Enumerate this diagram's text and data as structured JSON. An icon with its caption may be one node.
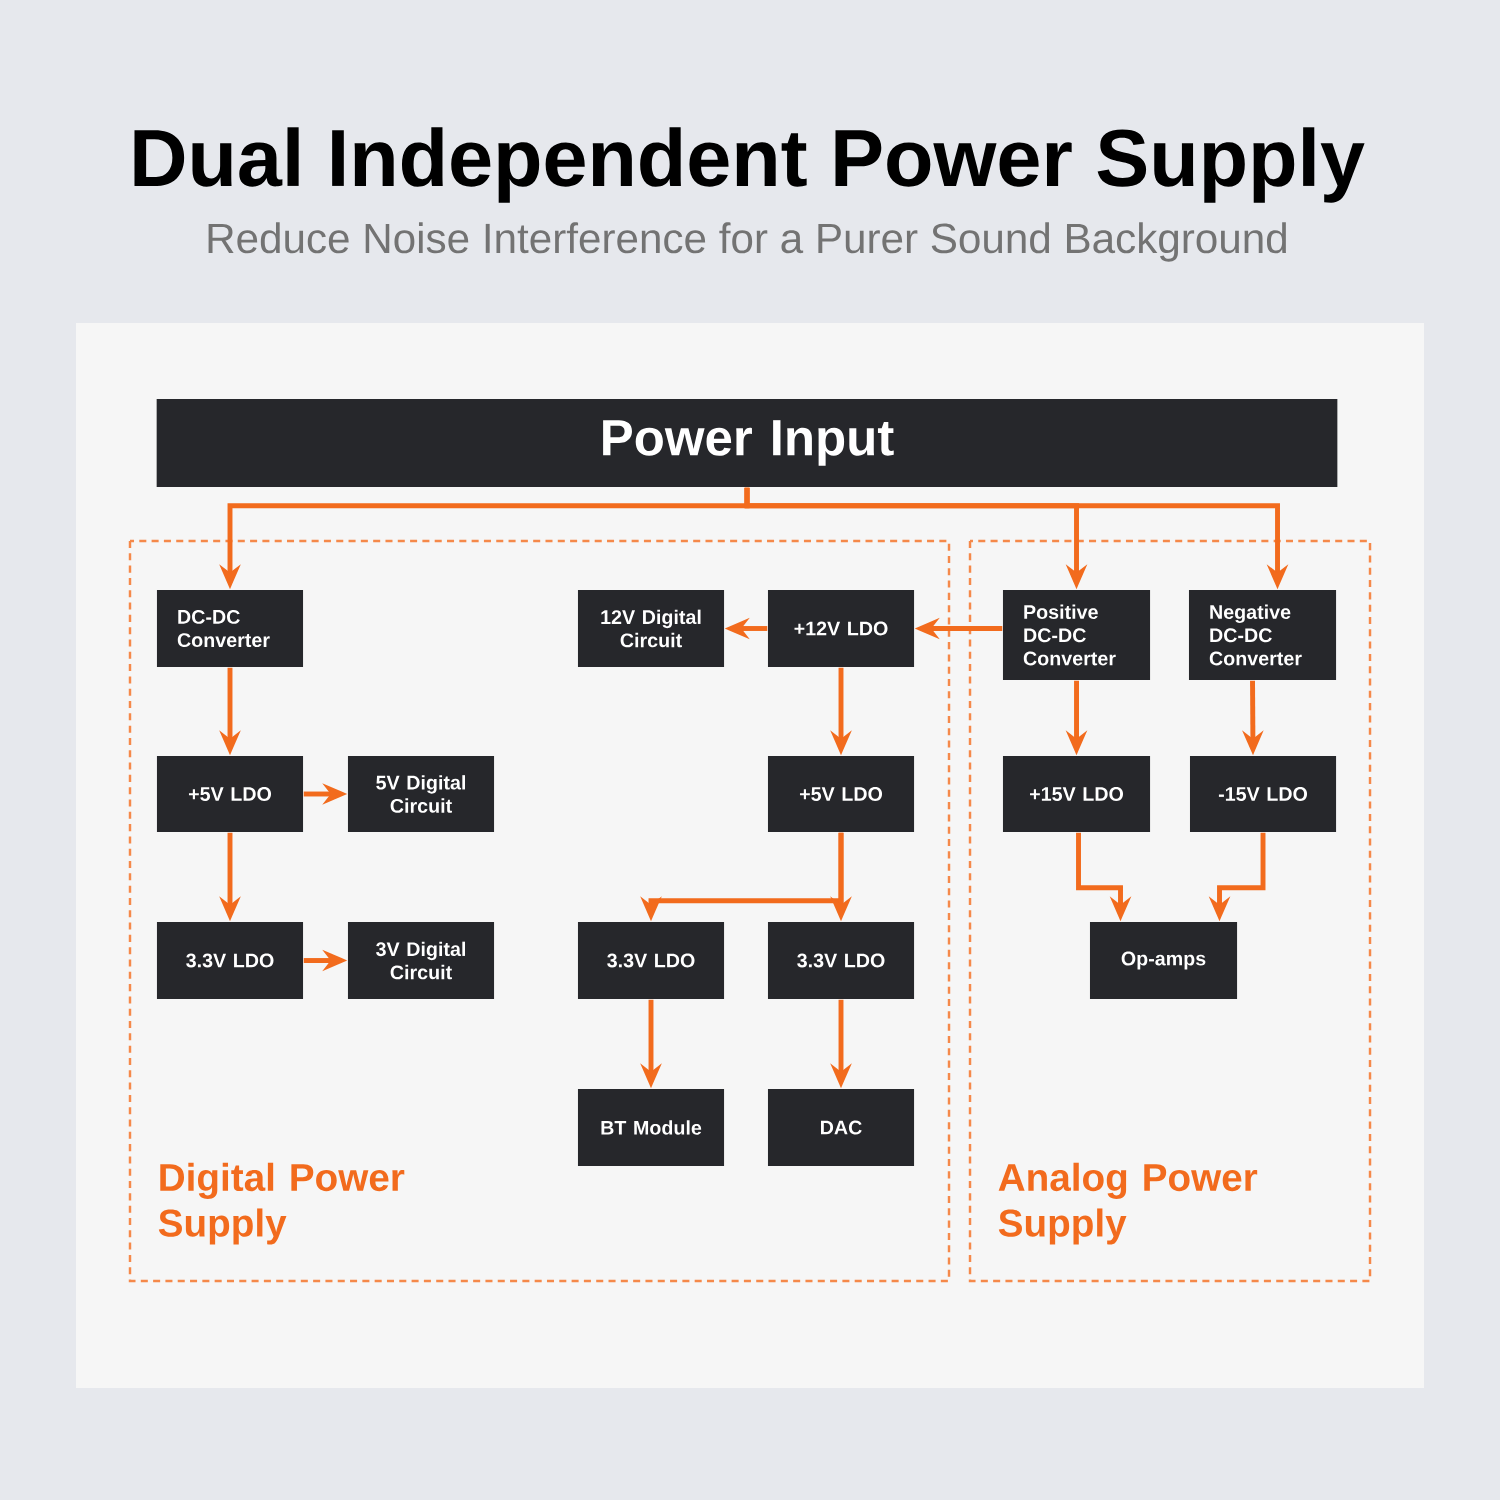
{
  "diagram": {
    "title": "Dual Independent Power Supply",
    "nodes": [
      {
        "text": [
          "Power Input"
        ]
      },
      {
        "text": [
          "Digital Power Supply"
        ]
      },
      {
        "text": [
          "Analog Power Supply"
        ]
      },
      {
        "text": [
          "DC-DC Converter"
        ],
        "in": 1
      },
      {
        "text": [
          "+5V LDO"
        ],
        "in": 1
      },
      {
        "text": [
          "5V Digital Circuit"
        ],
        "in": 1
      },
      {
        "text": [
          "3.3V LDO"
        ],
        "in": 1
      },
      {
        "text": [
          "3V Digital Circuit"
        ],
        "in": 1
      },
      {
        "text": [
          "12V Digital Circuit"
        ],
        "in": 1
      },
      {
        "text": [
          "+12V LDO"
        ],
        "in": 1
      },
      {
        "text": [
          "+5V LDO"
        ],
        "in": 1
      },
      {
        "text": [
          "3.3V LDO"
        ],
        "in": 1
      },
      {
        "text": [
          "3.3V LDO"
        ],
        "in": 1
      },
      {
        "text": [
          "BT Module"
        ],
        "in": 1
      },
      {
        "text": [
          "DAC"
        ],
        "in": 1
      },
      {
        "text": [
          "Positive DC-DC Converter"
        ],
        "in": 2
      },
      {
        "text": [
          "Negative DC-DC Converter"
        ],
        "in": 2
      },
      {
        "text": [
          "+15V LDO"
        ],
        "in": 2
      },
      {
        "text": [
          "-15V LDO"
        ],
        "in": 2
      },
      {
        "text": [
          "Op-amps"
        ],
        "in": 2
      }
    ],
    "edges": [
      {
        "from": 0,
        "to": 3,
        "arrow": "to"
      },
      {
        "from": 0,
        "to": 15,
        "arrow": "to"
      },
      {
        "from": 0,
        "to": 16,
        "arrow": "to"
      },
      {
        "from": 3,
        "to": 4,
        "arrow": "to"
      },
      {
        "from": 4,
        "to": 5,
        "arrow": "to"
      },
      {
        "from": 4,
        "to": 6,
        "arrow": "to"
      },
      {
        "from": 6,
        "to": 7,
        "arrow": "to"
      },
      {
        "from": 15,
        "to": 9,
        "arrow": "to"
      },
      {
        "from": 9,
        "to": 8,
        "arrow": "to"
      },
      {
        "from": 9,
        "to": 10,
        "arrow": "to"
      },
      {
        "from": 10,
        "to": 11,
        "arrow": "to"
      },
      {
        "from": 10,
        "to": 12,
        "arrow": "to"
      },
      {
        "from": 11,
        "to": 13,
        "arrow": "to"
      },
      {
        "from": 12,
        "to": 14,
        "arrow": "to"
      },
      {
        "from": 15,
        "to": 17,
        "arrow": "to"
      },
      {
        "from": 16,
        "to": 18,
        "arrow": "to"
      },
      {
        "from": 17,
        "to": 19,
        "arrow": "to"
      },
      {
        "from": 18,
        "to": 19,
        "arrow": "to"
      }
    ],
    "labels": [
      "Reduce Noise Interference for a Purer Sound Background"
    ]
  }
}
